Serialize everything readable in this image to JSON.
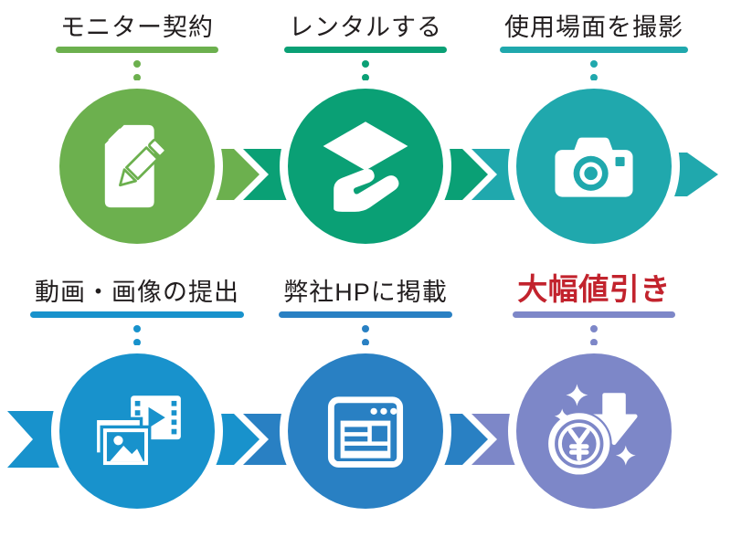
{
  "diagram": {
    "description": "6-step rental monitor flow infographic, two rows of three circular icon steps connected by chevron arrows"
  },
  "steps": [
    {
      "id": "contract",
      "label": "モニター契約",
      "color": "#6cb04e",
      "text_color": "#221e1f",
      "icon": "document-pencil-icon"
    },
    {
      "id": "rent",
      "label": "レンタルする",
      "color": "#0aa075",
      "text_color": "#221e1f",
      "icon": "hand-box-icon"
    },
    {
      "id": "shoot",
      "label": "使用場面を撮影",
      "color": "#20a8ad",
      "text_color": "#221e1f",
      "icon": "camera-icon"
    },
    {
      "id": "submit",
      "label": "動画・画像の提出",
      "color": "#1892cc",
      "text_color": "#221e1f",
      "icon": "video-image-icon"
    },
    {
      "id": "publish",
      "label": "弊社HPに掲載",
      "color": "#2980c3",
      "text_color": "#221e1f",
      "icon": "browser-icon"
    },
    {
      "id": "discount",
      "label": "大幅値引き",
      "color": "#7d87c8",
      "text_color": "#c2232d",
      "icon": "yen-discount-icon"
    }
  ],
  "colors": {
    "background": "#ffffff",
    "default_text": "#221e1f",
    "emphasis_text": "#c2232d"
  }
}
